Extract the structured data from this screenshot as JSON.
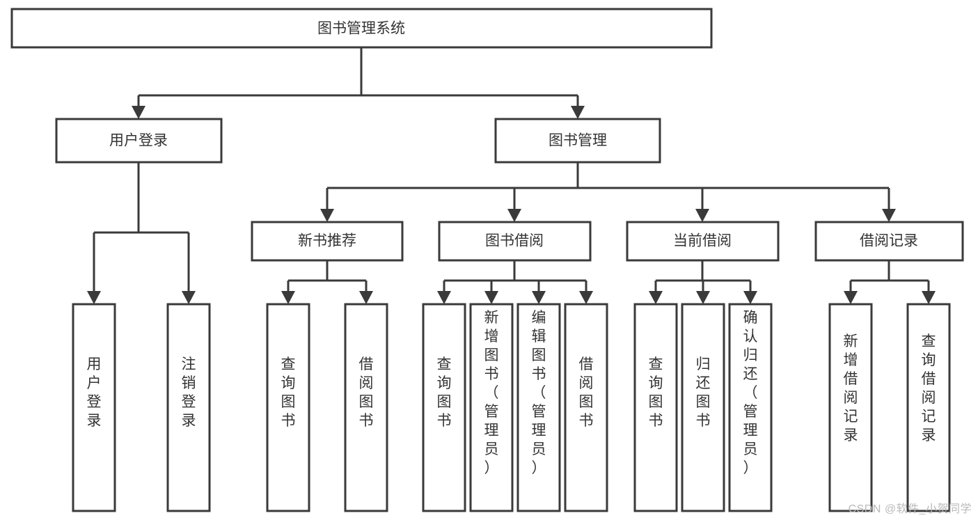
{
  "diagram": {
    "type": "tree-flowchart",
    "orientation": "top-down",
    "background_color": "#ffffff",
    "box_stroke_color": "#3a3a3a",
    "box_fill_color": "#ffffff",
    "text_color": "#333333",
    "root": {
      "id": "root",
      "label": "图书管理系统"
    },
    "level2": [
      {
        "id": "user-login",
        "label": "用户登录"
      },
      {
        "id": "book-manage",
        "label": "图书管理"
      }
    ],
    "level3": [
      {
        "id": "new-book-rec",
        "label": "新书推荐",
        "parent": "book-manage"
      },
      {
        "id": "book-borrow",
        "label": "图书借阅",
        "parent": "book-manage"
      },
      {
        "id": "current-borrow",
        "label": "当前借阅",
        "parent": "book-manage"
      },
      {
        "id": "borrow-record",
        "label": "借阅记录",
        "parent": "book-manage"
      }
    ],
    "leaves": {
      "user-login": [
        {
          "id": "leaf-user-login",
          "label": "用户登录"
        },
        {
          "id": "leaf-user-logout",
          "label": "注销登录"
        }
      ],
      "new-book-rec": [
        {
          "id": "leaf-query-book-1",
          "label": "查询图书"
        },
        {
          "id": "leaf-borrow-book-1",
          "label": "借阅图书"
        }
      ],
      "book-borrow": [
        {
          "id": "leaf-query-book-2",
          "label": "查询图书"
        },
        {
          "id": "leaf-add-book",
          "label": "新增图书（管理员）"
        },
        {
          "id": "leaf-edit-book",
          "label": "编辑图书（管理员）"
        },
        {
          "id": "leaf-borrow-book-2",
          "label": "借阅图书"
        }
      ],
      "current-borrow": [
        {
          "id": "leaf-query-book-3",
          "label": "查询图书"
        },
        {
          "id": "leaf-return-book",
          "label": "归还图书"
        },
        {
          "id": "leaf-confirm-return",
          "label": "确认归还（管理员）"
        }
      ],
      "borrow-record": [
        {
          "id": "leaf-add-record",
          "label": "新增借阅记录"
        },
        {
          "id": "leaf-query-record",
          "label": "查询借阅记录"
        }
      ]
    }
  },
  "watermark": {
    "text": "CSDN @软件_小贺同学"
  }
}
